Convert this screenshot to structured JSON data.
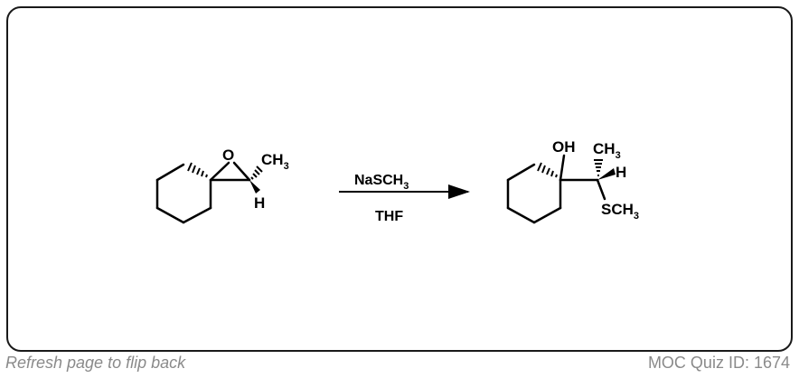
{
  "reactant": {
    "atom_o": "O",
    "methyl_main": "CH",
    "methyl_sub": "3",
    "atom_h": "H"
  },
  "reagents": {
    "above_main": "NaSCH",
    "above_sub": "3",
    "below": "THF"
  },
  "product": {
    "atom_oh": "OH",
    "methyl_main": "CH",
    "methyl_sub": "3",
    "atom_h": "H",
    "thio_main": "SCH",
    "thio_sub": "3"
  },
  "footer": {
    "left_text": "Refresh page to flip back",
    "right_text": "MOC Quiz ID: 1674"
  }
}
